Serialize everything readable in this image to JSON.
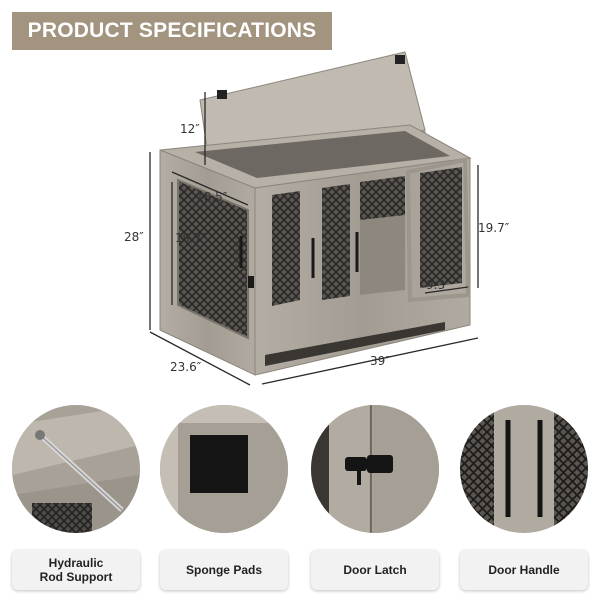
{
  "header": {
    "title": "PRODUCT SPECIFICATIONS"
  },
  "dimensions": {
    "lid_open": "12″",
    "height": "28″",
    "side_door_width": "18.5″",
    "side_door_height": "19.7″",
    "front_door_height": "19.7″",
    "front_door_width": "9.3″",
    "depth": "23.6″",
    "width": "39″"
  },
  "features": [
    {
      "label_line1": "Hydraulic",
      "label_line2": "Rod Support",
      "icon": "hydraulic-rod-icon"
    },
    {
      "label_line1": "Sponge Pads",
      "label_line2": "",
      "icon": "sponge-pad-icon"
    },
    {
      "label_line1": "Door Latch",
      "label_line2": "",
      "icon": "door-latch-icon"
    },
    {
      "label_line1": "Door Handle",
      "label_line2": "",
      "icon": "door-handle-icon"
    }
  ],
  "colors": {
    "banner": "#a39480",
    "wood": "#a9a39a",
    "wood_dark": "#8c857b",
    "mesh": "#3a3a3a"
  }
}
